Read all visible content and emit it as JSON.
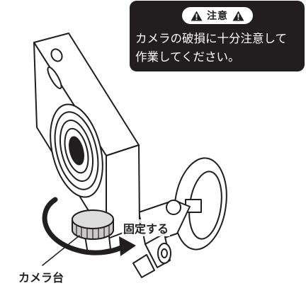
{
  "notice": {
    "title": "注意",
    "line1": "カメラの破損に十分注意して",
    "line2": "作業してください。"
  },
  "labels": {
    "tighten": "固定する",
    "base": "カメラ台"
  },
  "colors": {
    "panel": "#221e1f",
    "ink": "#221e1f",
    "knob": "#c9c9c9"
  },
  "icons": [
    "warning-triangle-icon",
    "warning-triangle-icon",
    "rotation-arrow-icon"
  ]
}
